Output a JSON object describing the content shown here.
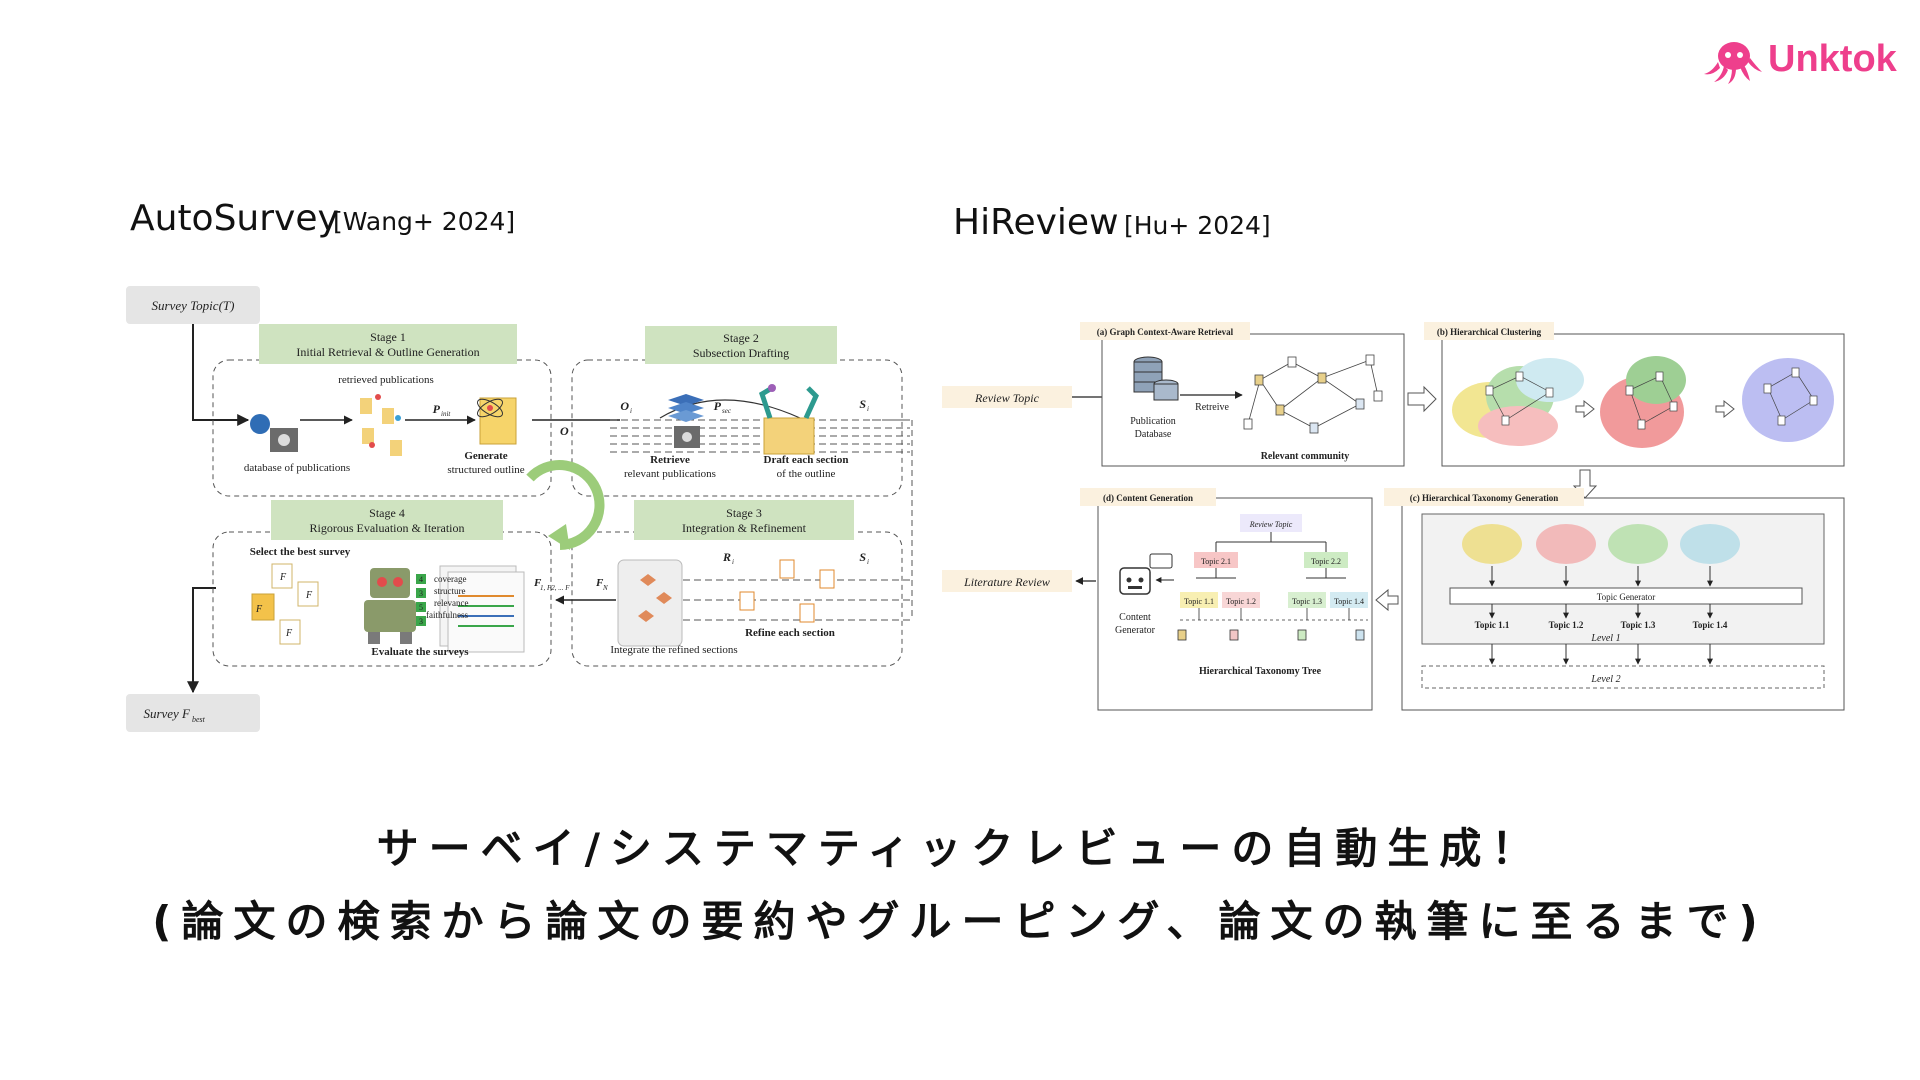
{
  "brand": {
    "name": "Unktok",
    "color": "#ee3f8c"
  },
  "left": {
    "title": "AutoSurvey",
    "ref": "[Wang+ 2024]",
    "diagram": {
      "input": "Survey Topic(T)",
      "output": "Survey F",
      "output_sub": "best",
      "stages": [
        {
          "head": "Stage 1",
          "sub": "Initial Retrieval & Outline Generation"
        },
        {
          "head": "Stage 2",
          "sub": "Subsection Drafting"
        },
        {
          "head": "Stage 3",
          "sub": "Integration & Refinement"
        },
        {
          "head": "Stage 4",
          "sub": "Rigorous Evaluation & Iteration"
        }
      ],
      "labels": {
        "retrieved": "retrieved publications",
        "db": "database of publications",
        "pinit": "P",
        "pinit_sub": "init",
        "gen1": "Generate",
        "gen2": "structured outline",
        "o": "O",
        "oi": "O",
        "oi_sub": "i",
        "psec": "P",
        "psec_sub": "sec",
        "si": "S",
        "si_sub": "i",
        "retrieve1": "Retrieve",
        "retrieve2": "relevant publications",
        "draft1": "Draft each section",
        "draft2": "of the outline",
        "ri": "R",
        "ri_sub": "i",
        "si2": "S",
        "si2_sub": "i",
        "refine": "Refine each section",
        "integrate": "Integrate the refined sections",
        "fn": "F",
        "fn_seq": "1, F2, ... F",
        "fn_sub": "N",
        "select": "Select the best survey",
        "f1": "F",
        "f2": "F",
        "fbest": "F",
        "fnn": "F",
        "evaluate": "Evaluate the surveys",
        "criteria": [
          "coverage",
          "structure",
          "relevance",
          "faithfulness"
        ],
        "nums": [
          "4",
          "3",
          "5",
          "3"
        ]
      }
    }
  },
  "right": {
    "title": "HiReview",
    "ref": "[Hu+ 2024]",
    "diagram": {
      "input": "Review Topic",
      "output": "Literature Review",
      "panels": [
        "(a) Graph Context-Aware Retrieval",
        "(b) Hierarchical Clustering",
        "(c) Hierarchical Taxonomy Generation",
        "(d) Content Generation"
      ],
      "labels": {
        "pubdb1": "Publication",
        "pubdb2": "Database",
        "retreive": "Retreive",
        "community": "Relevant community",
        "content1": "Content",
        "content2": "Generator",
        "tree_root": "Review Topic",
        "topic21": "Topic 2.1",
        "topic22": "Topic 2.2",
        "leaf_topics": [
          "Topic 1.1",
          "Topic 1.2",
          "Topic 1.3",
          "Topic 1.4"
        ],
        "tree_caption": "Hierarchical Taxonomy  Tree",
        "generator": "Topic Generator",
        "gen_topics": [
          "Topic 1.1",
          "Topic 1.2",
          "Topic 1.3",
          "Topic 1.4"
        ],
        "level1": "Level 1",
        "level2": "Level 2"
      }
    }
  },
  "caption": {
    "line1": "サーベイ/システマティックレビューの自動生成！",
    "line2": "(論文の検索から論文の要約やグルーピング、論文の執筆に至るまで)"
  }
}
